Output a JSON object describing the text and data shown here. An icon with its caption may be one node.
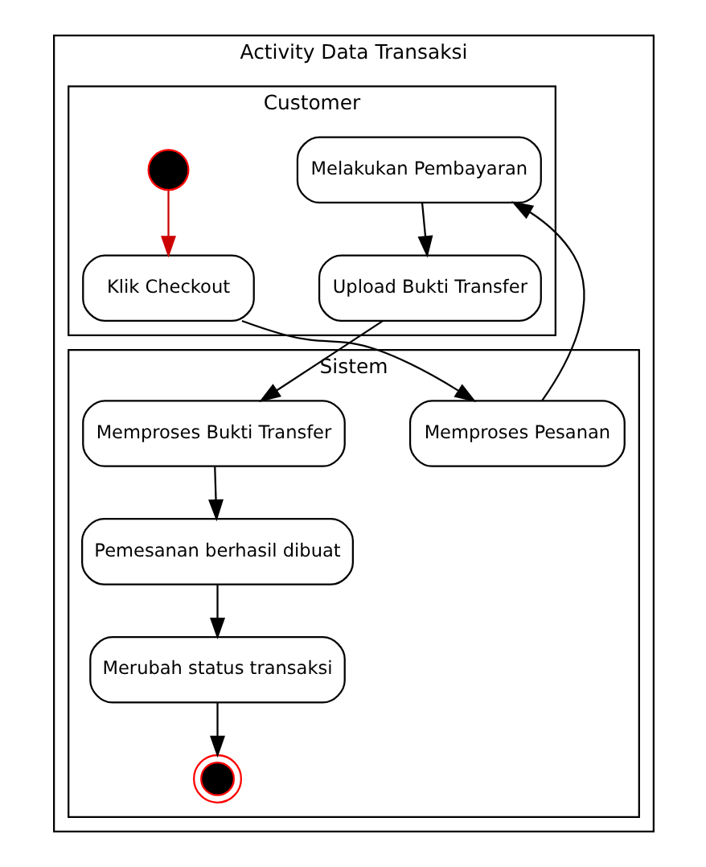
{
  "diagram": {
    "nodes": [
      {
        "text": [
          "Activity Data Transaksi"
        ]
      },
      {
        "text": [
          "Customer"
        ],
        "in": 0
      },
      {
        "text": [
          "Sistem"
        ],
        "in": 0
      },
      {
        "text": [],
        "shape": "circle",
        "in": 1
      },
      {
        "text": [
          "Klik Checkout"
        ],
        "in": 1
      },
      {
        "text": [
          "Memproses Pesanan"
        ],
        "in": 2
      },
      {
        "text": [
          "Melakukan Pembayaran"
        ],
        "in": 1
      },
      {
        "text": [
          "Upload Bukti Transfer"
        ],
        "in": 1
      },
      {
        "text": [
          "Memproses Bukti Transfer"
        ],
        "in": 2
      },
      {
        "text": [
          "Pemesanan berhasil dibuat"
        ],
        "in": 2
      },
      {
        "text": [
          "Merubah status transaksi"
        ],
        "in": 2
      },
      {
        "text": [],
        "shape": "circle",
        "in": 2
      }
    ],
    "edges": [
      {
        "from": 3,
        "to": 4,
        "arrow": "to",
        "color": "#cc0000"
      },
      {
        "from": 4,
        "to": 5,
        "arrow": "to"
      },
      {
        "from": 5,
        "to": 6,
        "arrow": "to"
      },
      {
        "from": 6,
        "to": 7,
        "arrow": "to"
      },
      {
        "from": 7,
        "to": 8,
        "arrow": "to"
      },
      {
        "from": 8,
        "to": 9,
        "arrow": "to"
      },
      {
        "from": 9,
        "to": 10,
        "arrow": "to"
      },
      {
        "from": 10,
        "to": 11,
        "arrow": "to"
      }
    ]
  }
}
